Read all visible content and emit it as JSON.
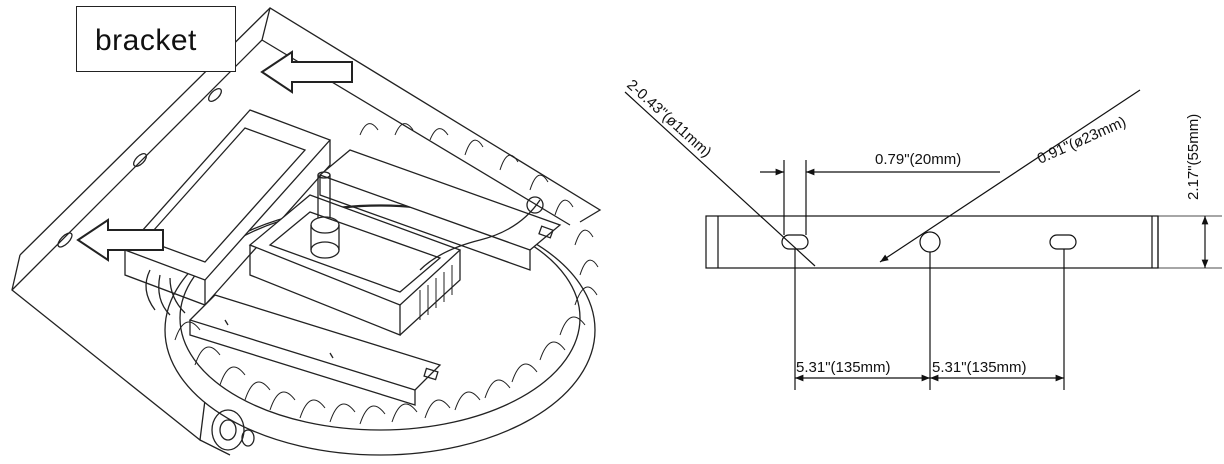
{
  "callout": {
    "label": "bracket"
  },
  "dimensions": {
    "hole_diameter": "2-0.43\"(ø11mm)",
    "slot_spacing": "0.79\"(20mm)",
    "center_hole": "0.91\"(ø23mm)",
    "bracket_height": "2.17\"(55mm)",
    "left_span": "5.31\"(135mm)",
    "right_span": "5.31\"(135mm)"
  }
}
